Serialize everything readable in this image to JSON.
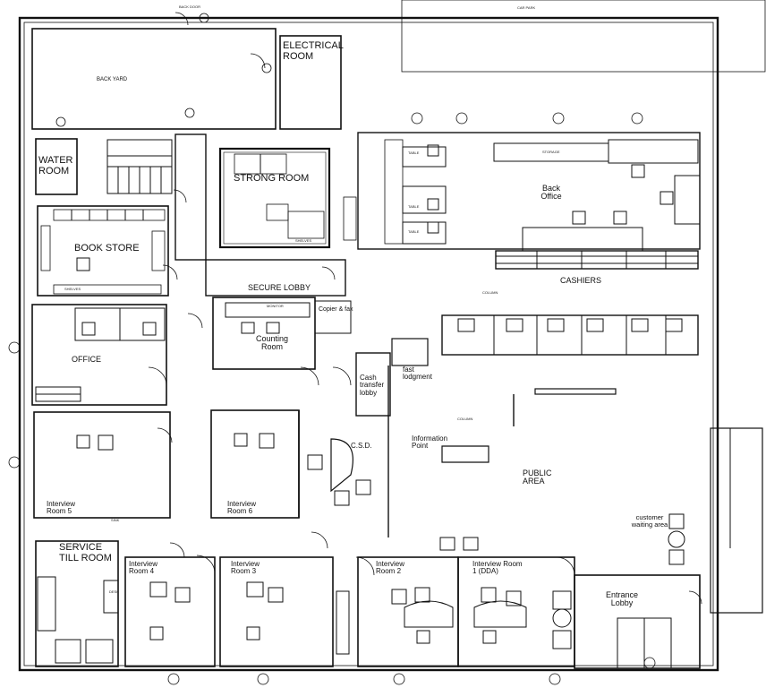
{
  "rooms": {
    "back_yard": "BACK YARD",
    "car_park": "CAR PARK",
    "electrical_room": "ELECTRICAL ROOM",
    "water_room": "WATER ROOM",
    "strong_room": "STRONG ROOM",
    "book_store": "BOOK STORE",
    "back_office": "Back Office",
    "cashiers": "CASHIERS",
    "secure_lobby": "SECURE LOBBY",
    "copier_fax": "Copier & fax",
    "counting_room": "Counting Room",
    "office": "OFFICE",
    "cash_transfer_lobby": "Cash transfer lobby",
    "fast_lodgment": "fast lodgment",
    "information_point": "Information Point",
    "csd": "C.S.D.",
    "public_area": "PUBLIC AREA",
    "interview_room_5": "Interview Room 5",
    "interview_room_6": "Interview Room 6",
    "customer_waiting_area": "customer waiting area",
    "service_till_room": "SERVICE TILL ROOM",
    "interview_room_4": "Interview Room 4",
    "interview_room_3": "Interview Room 3",
    "interview_room_2": "Interview Room 2",
    "interview_room_1": "Interview Room 1 (DDA)",
    "entrance_lobby": "Entrance Lobby"
  },
  "annotations": {
    "back_door": "BACK DOOR",
    "column": "COLUMN",
    "shelves": "SHELVES",
    "storage": "STORAGE",
    "table": "TABLE",
    "desk": "DESK",
    "monitor": "MONITOR",
    "sink": "SINK"
  },
  "colors": {
    "line": "#111111",
    "background": "#ffffff"
  }
}
